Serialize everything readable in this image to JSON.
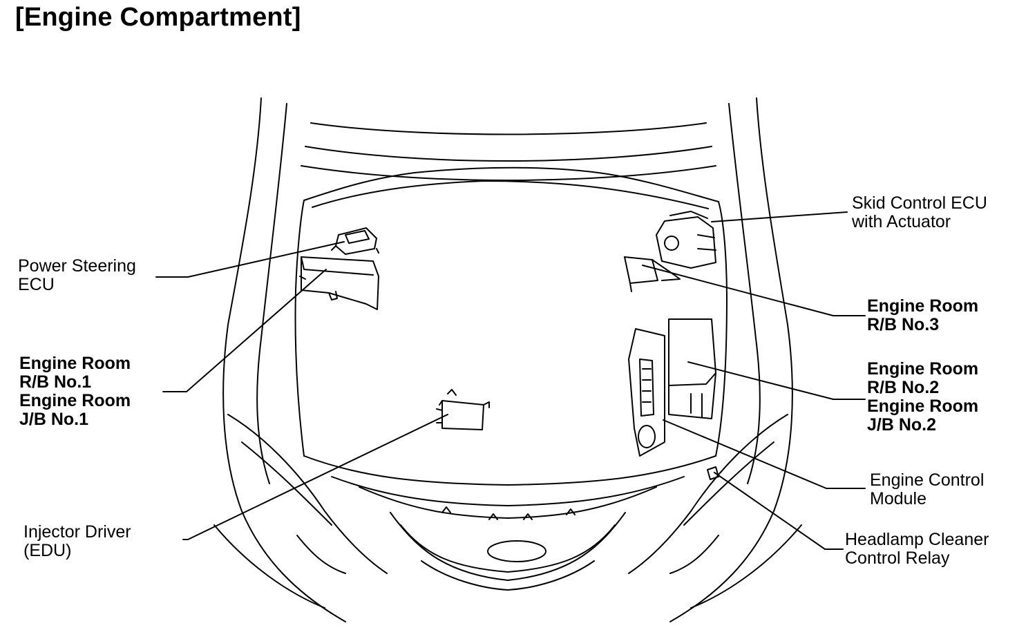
{
  "title": "[Engine Compartment]",
  "labels": {
    "power_steering_ecu": {
      "line1": "Power Steering",
      "line2": "ECU"
    },
    "engine_room_rb1": {
      "line1": "Engine Room",
      "line2": "R/B No.1",
      "line3": "Engine Room",
      "line4": "J/B No.1"
    },
    "injector_driver": {
      "line1": "Injector Driver",
      "line2": "(EDU)"
    },
    "skid_control_ecu": {
      "line1": "Skid Control ECU",
      "line2": "with Actuator"
    },
    "engine_room_rb3": {
      "line1": "Engine Room",
      "line2": "R/B No.3"
    },
    "engine_room_rb2": {
      "line1": "Engine Room",
      "line2": "R/B No.2",
      "line3": "Engine Room",
      "line4": "J/B No.2"
    },
    "engine_control_module": {
      "line1": "Engine Control",
      "line2": "Module"
    },
    "headlamp_cleaner_relay": {
      "line1": "Headlamp Cleaner",
      "line2": "Control Relay"
    }
  },
  "colors": {
    "line": "#000000",
    "background": "#ffffff"
  }
}
